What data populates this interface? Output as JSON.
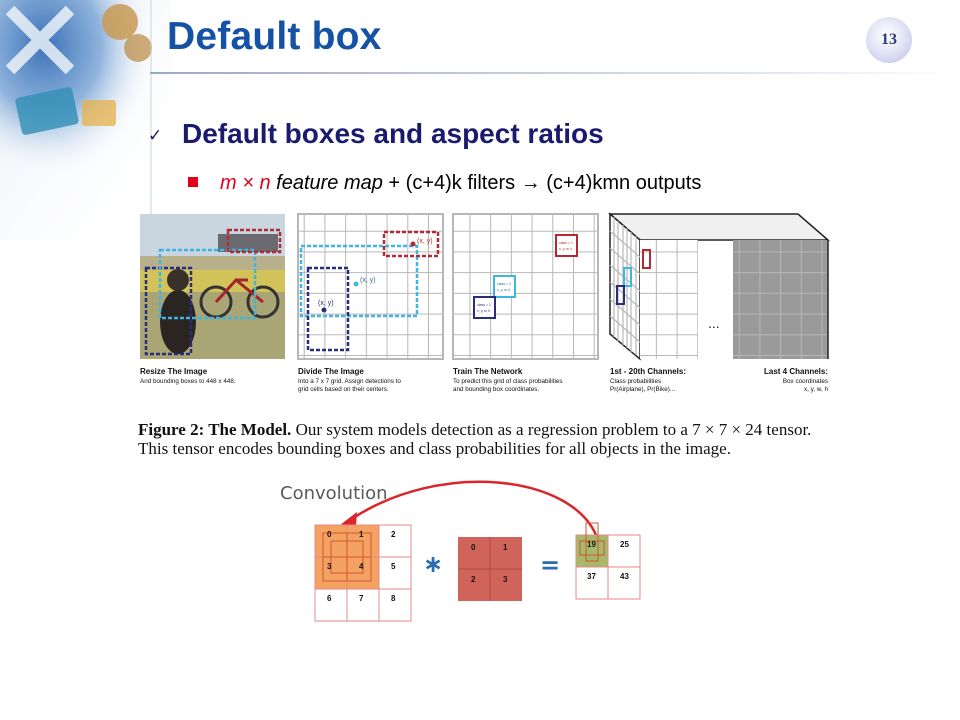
{
  "slide": {
    "title": "Default box",
    "page_number": "13",
    "heading": "Default boxes and aspect ratios",
    "bullet": {
      "red_part": "m × n",
      "italic_part": "feature map",
      "rest": " + (c+4)k filters → (c+4)kmn outputs"
    }
  },
  "figure": {
    "panels": [
      {
        "title": "Resize The Image",
        "desc1": "And bounding boxes to 448 x 448."
      },
      {
        "title": "Divide The Image",
        "desc1": "Into a 7 x 7 grid. Assign detections to",
        "desc2": "grid cells based on their centers."
      },
      {
        "title": "Train The Network",
        "desc1": "To predict this grid of class probabilities",
        "desc2": "and bounding box coordinates."
      },
      {
        "title": "1st - 20th Channels:",
        "desc1": "Class probabilities",
        "desc2": "Pr(Airplane), Pr(Bike)..."
      },
      {
        "title": "Last 4 Channels:",
        "desc1": "Box coordinates",
        "desc2": "x, y, w, h"
      }
    ],
    "coord_label": "(x, y)",
    "mini_label_1": "class = 1",
    "mini_label_2": "x, y, w, h",
    "ellipsis": "...",
    "caption_bold": "Figure 2: The Model.",
    "caption_line1_rest": " Our system models detection as a regression problem to a 7 × 7 × 24 tensor.",
    "caption_line2": "This tensor encodes bounding boxes and class probabilities for all objects in the image."
  },
  "convolution": {
    "label": "Convolution",
    "input": [
      "0",
      "1",
      "2",
      "3",
      "4",
      "5",
      "6",
      "7",
      "8"
    ],
    "kernel": [
      "0",
      "1",
      "2",
      "3"
    ],
    "output": [
      "19",
      "25",
      "37",
      "43"
    ],
    "operator_star": "∗",
    "operator_equals": "="
  },
  "colors": {
    "title_blue": "#1552a5",
    "heading_navy": "#1a1a6e",
    "bullet_red": "#e3001b",
    "orange_fill": "#f4a261",
    "kernel_fill": "#d0645a",
    "output_green": "#a6b86a",
    "arrow_red": "#d9262a",
    "operator_blue": "#2a6db0"
  }
}
